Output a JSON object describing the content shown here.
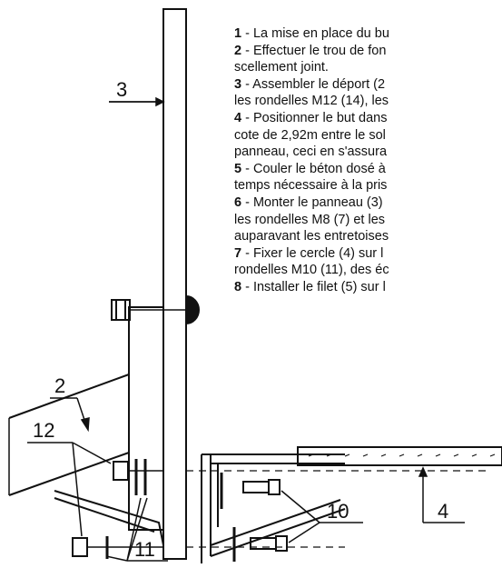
{
  "instructions": [
    {
      "num": "1",
      "lines": [
        "- La mise en place du bu"
      ]
    },
    {
      "num": "2",
      "lines": [
        "- Effectuer le trou de fon",
        "scellement joint."
      ]
    },
    {
      "num": "3",
      "lines": [
        "- Assembler le déport (2",
        "les rondelles M12 (14), les"
      ]
    },
    {
      "num": "4",
      "lines": [
        "- Positionner le but dans",
        "cote de 2,92m entre le sol",
        "panneau, ceci en s'assura"
      ]
    },
    {
      "num": "5",
      "lines": [
        "- Couler le béton dosé à",
        "temps nécessaire à la pris"
      ]
    },
    {
      "num": "6",
      "lines": [
        "- Monter le panneau (3)",
        "les rondelles M8 (7) et les",
        "auparavant les entretoises"
      ]
    },
    {
      "num": "7",
      "lines": [
        "- Fixer le cercle (4) sur l",
        "rondelles M10 (11), des éc"
      ]
    },
    {
      "num": "8",
      "lines": [
        "- Installer le filet (5) sur l"
      ]
    }
  ],
  "callouts": {
    "panel": "3",
    "arm": "2",
    "bolts_m12": "12",
    "washers_m10": "11",
    "bolts_m10": "10",
    "hoop": "4"
  }
}
